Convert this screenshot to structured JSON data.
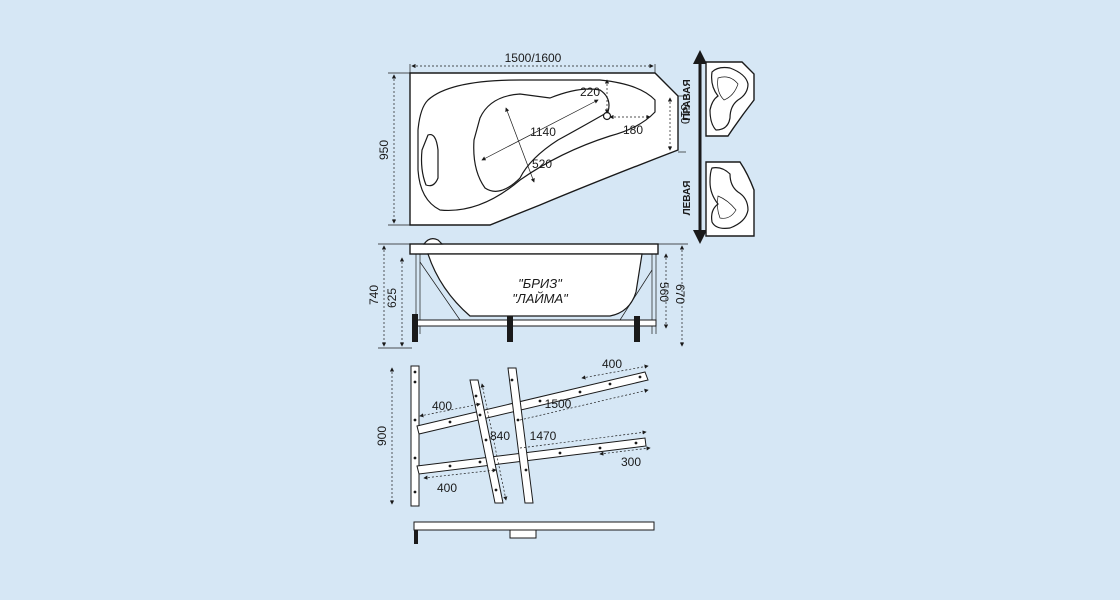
{
  "top_view": {
    "width_label": "1500/1600",
    "height_label": "950",
    "side_label": "510",
    "drain_offset_label": "220",
    "drain_side_label": "180",
    "inner_length_label": "1140",
    "inner_width_label": "520"
  },
  "orientation": {
    "right_label": "ПРАВАЯ",
    "left_label": "ЛЕВАЯ"
  },
  "side_view": {
    "model_line1": "\"БРИЗ\"",
    "model_line2": "\"ЛАЙМА\"",
    "total_height_label": "740",
    "rim_height_label": "625",
    "depth_label": "560",
    "right_height_label": "670"
  },
  "frame_view": {
    "height_label": "900",
    "dim_400_top": "400",
    "dim_400_left": "400",
    "dim_400_bottom": "400",
    "dim_1500": "1500",
    "dim_1470": "1470",
    "dim_840": "840",
    "dim_300": "300"
  }
}
